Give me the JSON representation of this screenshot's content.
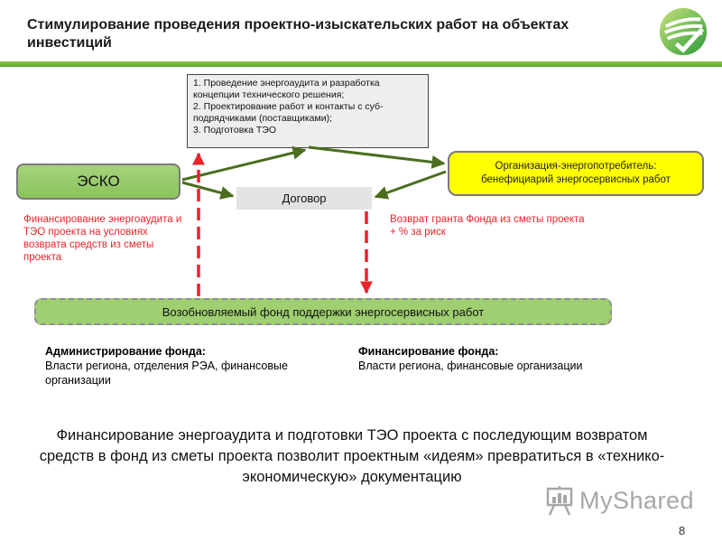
{
  "slide": {
    "title": "Стимулирование проведения проектно-изыскательских работ на объектах инвестиций",
    "page_number": "8"
  },
  "diagram": {
    "tasks": [
      "1. Проведение энергоаудита и разработка концепции технического решения;",
      "2. Проектирование работ и контакты с суб-подрядчиками (поставщиками);",
      "3. Подготовка ТЭО"
    ],
    "esco_label": "ЭСКО",
    "contract_label": "Договор",
    "consumer_label": "Организация-энергопотребитель: бенефициарий энергосервисных работ",
    "financing_note": "Финансирование энергоаудита и ТЭО проекта на условиях возврата средств из сметы проекта",
    "return_note": "Возврат гранта Фонда из сметы проекта + % за риск",
    "fund_label": "Возобновляемый фонд поддержки энергосервисных работ"
  },
  "admin": {
    "heading": "Администрирование фонда:",
    "text": "Власти региона, отделения РЭА, финансовые организации"
  },
  "funding": {
    "heading": "Финансирование фонда:",
    "text": "Власти региона, финансовые организации"
  },
  "summary": "Финансирование энергоаудита и подготовки ТЭО проекта с последующим возвратом средств в фонд из сметы проекта позволит проектным «идеям» превратиться в «технико-экономическую» документацию",
  "watermark": "MyShared",
  "colors": {
    "brand_green": "#5aa531",
    "box_green": "#9fcf70",
    "consumer_yellow": "#ffff00",
    "arrow_green": "#4a6e1e",
    "arrow_red": "#e8232a"
  },
  "icons": [
    "sberbank-logo-icon",
    "presentation-board-icon"
  ]
}
